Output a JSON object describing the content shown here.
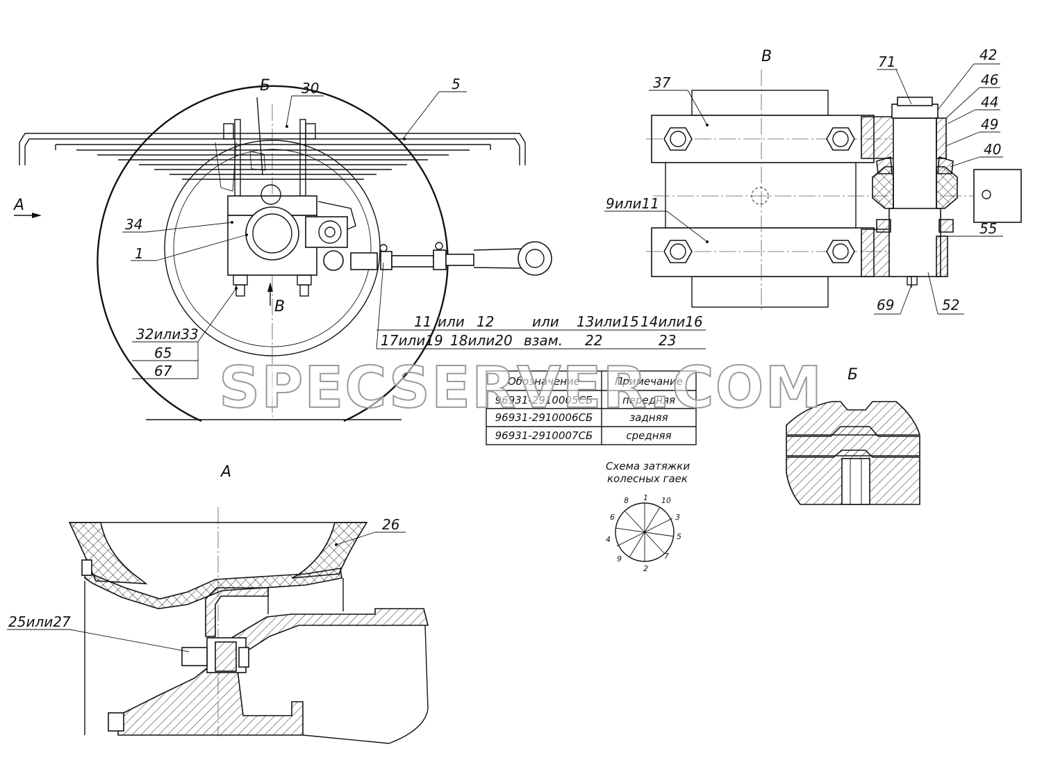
{
  "views": {
    "view_a": "А",
    "view_b": "Б",
    "view_v": "В",
    "arrow_a": "А",
    "arrow_v": "В"
  },
  "callouts": {
    "c5": "5",
    "c30": "30",
    "c34": "34",
    "c1": "1",
    "c32": "32или33",
    "c65": "65",
    "c67": "67",
    "c37": "37",
    "c9": "9или11",
    "c71": "71",
    "c42": "42",
    "c46": "46",
    "c44": "44",
    "c49": "49",
    "c40": "40",
    "c55": "55",
    "c69": "69",
    "c52": "52",
    "c26": "26",
    "c25": "25или27"
  },
  "variants": {
    "r1": [
      "11",
      "или",
      "12",
      "или",
      "13или15",
      "14или16"
    ],
    "r2": [
      "17или19",
      "18или20",
      "взам.",
      "22",
      "23"
    ]
  },
  "table": {
    "header": [
      "Обозначение",
      "Примечание"
    ],
    "rows": [
      [
        "96931-2910005СБ",
        "передняя"
      ],
      [
        "96931-2910006СБ",
        "задняя"
      ],
      [
        "96931-2910007СБ",
        "средняя"
      ]
    ]
  },
  "scheme": {
    "title_l1": "Схема затяжки",
    "title_l2": "колесных гаек",
    "numbers": [
      "1",
      "10",
      "3",
      "5",
      "7",
      "2",
      "9",
      "4",
      "6",
      "8"
    ]
  },
  "watermark": "SPECSERVER.COM"
}
